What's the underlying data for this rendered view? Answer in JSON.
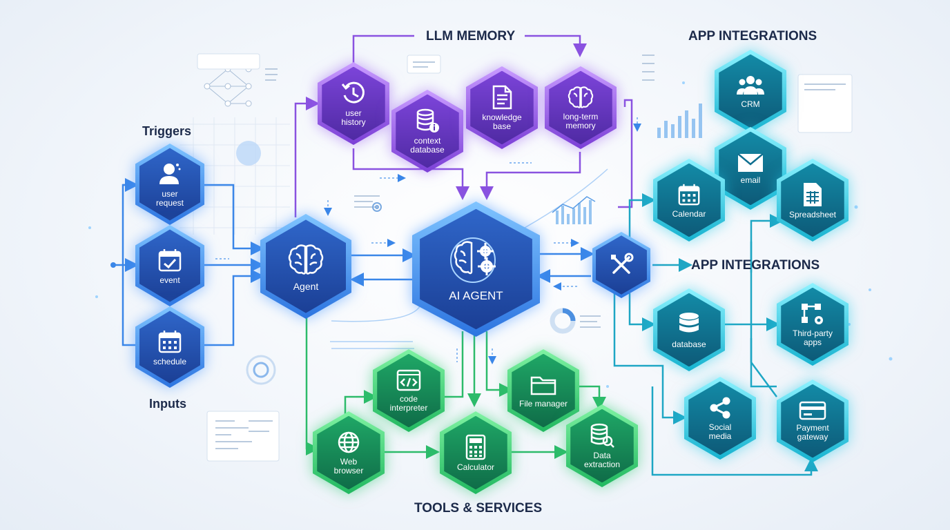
{
  "sections": {
    "llm_memory": "LLM MEMORY",
    "app_integrations_top": "APP INTEGRATIONS",
    "app_integrations_mid": "APP INTEGRATIONS",
    "tools_services": "TOOLS & SERVICES",
    "triggers": "Triggers",
    "inputs": "Inputs"
  },
  "triggers": [
    {
      "label": "user\nrequest",
      "icon": "user-icon"
    },
    {
      "label": "event",
      "icon": "calendar-check-icon"
    },
    {
      "label": "schedule",
      "icon": "calendar-grid-icon"
    }
  ],
  "agent": {
    "label": "Agent",
    "icon": "brain-icon"
  },
  "ai_agent": {
    "label": "AI AGENT",
    "icon": "brain-gears-icon"
  },
  "memory": [
    {
      "label": "user\nhistory",
      "icon": "history-icon"
    },
    {
      "label": "context\ndatabase",
      "icon": "database-info-icon"
    },
    {
      "label": "knowledge\nbase",
      "icon": "document-icon"
    },
    {
      "label": "long-term\nmemory",
      "icon": "brain-icon"
    }
  ],
  "tools": [
    {
      "label": "code\ninterpreter",
      "icon": "code-icon"
    },
    {
      "label": "File manager",
      "icon": "folder-icon"
    },
    {
      "label": "Web\nbrowser",
      "icon": "globe-icon"
    },
    {
      "label": "Calculator",
      "icon": "calculator-icon"
    },
    {
      "label": "Data\nextraction",
      "icon": "database-search-icon"
    }
  ],
  "hub": {
    "icon": "tools-icon"
  },
  "apps_top": [
    {
      "label": "CRM",
      "icon": "users-icon"
    },
    {
      "label": "email",
      "icon": "envelope-icon"
    },
    {
      "label": "Calendar",
      "icon": "calendar-grid-icon"
    },
    {
      "label": "Spreadsheet",
      "icon": "spreadsheet-icon"
    }
  ],
  "apps_bottom": [
    {
      "label": "database",
      "icon": "database-icon"
    },
    {
      "label": "Third-party\napps",
      "icon": "flow-gear-icon"
    },
    {
      "label": "Social\nmedia",
      "icon": "share-icon"
    },
    {
      "label": "Payment\ngateway",
      "icon": "card-icon"
    }
  ],
  "colors": {
    "trigger": "#2c74e0",
    "memory": "#7b3fd6",
    "tools": "#21b860",
    "apps": "#16b2cf",
    "line_blue": "#3a86e8",
    "line_purple": "#8a52e0",
    "line_green": "#2dbb6a",
    "line_teal": "#1ea6c4"
  }
}
